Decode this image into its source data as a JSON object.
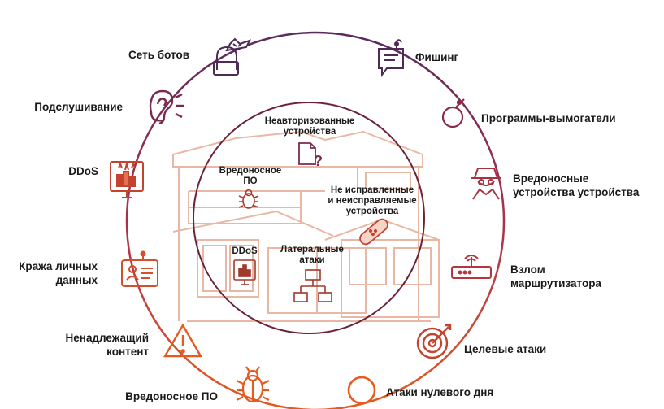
{
  "colors": {
    "ring_top": "#5a2a5f",
    "ring_bottom": "#e65a1e",
    "inner_ring": "#6b2238",
    "house_outline": "#e9b8a4",
    "text": "#1a1a1a"
  },
  "outer_threats": [
    {
      "id": "botnet",
      "lines": [
        "Сеть ботов"
      ],
      "icon": "hacker-icon"
    },
    {
      "id": "phishing",
      "lines": [
        "Фишинг"
      ],
      "icon": "phishing-message-icon"
    },
    {
      "id": "eavesdropping",
      "lines": [
        "Подслушивание"
      ],
      "icon": "ear-icon"
    },
    {
      "id": "ransomware",
      "lines": [
        "Программы-вымогатели"
      ],
      "icon": "bomb-icon"
    },
    {
      "id": "ddos",
      "lines": [
        "DDoS"
      ],
      "icon": "ddos-monitor-icon"
    },
    {
      "id": "malicious-devices",
      "lines": [
        "Вредоносные",
        "устройства устройства"
      ],
      "icon": "spy-icon"
    },
    {
      "id": "identity-theft",
      "lines": [
        "Кража личных",
        "данных"
      ],
      "icon": "id-card-icon"
    },
    {
      "id": "router-hacking",
      "lines": [
        "Взлом",
        "маршрутизатора"
      ],
      "icon": "router-icon"
    },
    {
      "id": "inappropriate-content",
      "lines": [
        "Ненадлежащий",
        "контент"
      ],
      "icon": "warning-icon"
    },
    {
      "id": "targeted-attacks",
      "lines": [
        "Целевые атаки"
      ],
      "icon": "target-icon"
    },
    {
      "id": "malware",
      "lines": [
        "Вредоносное ПО"
      ],
      "icon": "bug-icon"
    },
    {
      "id": "zero-day",
      "lines": [
        "Атаки нулевого дня"
      ],
      "icon": "zero-day-icon"
    }
  ],
  "inner_threats": [
    {
      "id": "unauthorized-devices",
      "lines": [
        "Неавторизованные",
        "устройства"
      ],
      "icon": "unknown-file-icon"
    },
    {
      "id": "inner-malware",
      "lines": [
        "Вредоносное",
        "ПО"
      ],
      "icon": "bug-icon"
    },
    {
      "id": "unpatched",
      "lines": [
        "Не исправленные",
        "и неисправляемые",
        "устройства"
      ],
      "icon": "bandage-icon"
    },
    {
      "id": "inner-ddos",
      "lines": [
        "DDoS"
      ],
      "icon": "ddos-monitor-icon"
    },
    {
      "id": "lateral",
      "lines": [
        "Латеральные",
        "атаки"
      ],
      "icon": "network-icon"
    }
  ]
}
